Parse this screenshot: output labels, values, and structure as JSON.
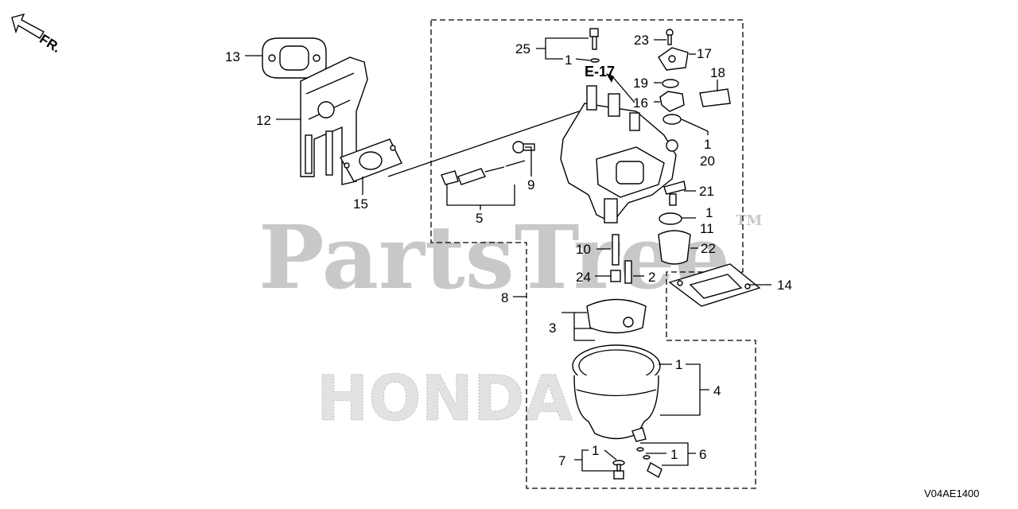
{
  "watermark": {
    "brand": "PartsTree",
    "tm": "TM",
    "honda": "HONDA"
  },
  "labels": {
    "fr": "FR.",
    "reference": "E-17"
  },
  "callouts": {
    "1": "1",
    "2": "2",
    "3": "3",
    "4": "4",
    "5": "5",
    "6": "6",
    "7": "7",
    "8": "8",
    "9": "9",
    "10": "10",
    "11": "11",
    "12": "12",
    "13": "13",
    "14": "14",
    "15": "15",
    "16": "16",
    "17": "17",
    "18": "18",
    "19": "19",
    "20": "20",
    "21": "21",
    "22": "22",
    "23": "23",
    "24": "24",
    "25": "25"
  },
  "diagram_code": "V04AE1400"
}
